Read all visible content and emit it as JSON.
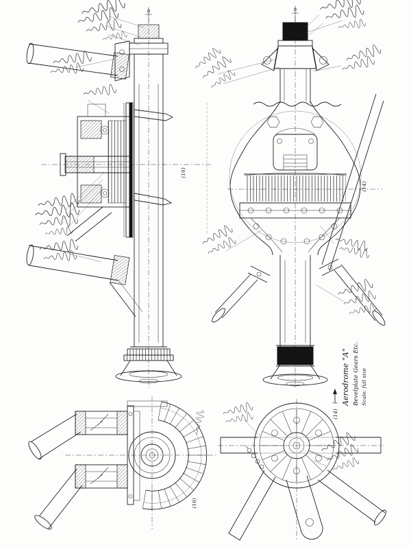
{
  "title": {
    "line1": "Aerodrome \"A\"",
    "line2": "Bevelplate Gears Etc.",
    "line3": "Scale: full size"
  },
  "markers": {
    "m1": "(16)",
    "m2": "(14)",
    "m3": "(16)",
    "m4": "(14)"
  },
  "colors": {
    "ink": "#1d1d1d",
    "paper": "#fdfdfc"
  }
}
